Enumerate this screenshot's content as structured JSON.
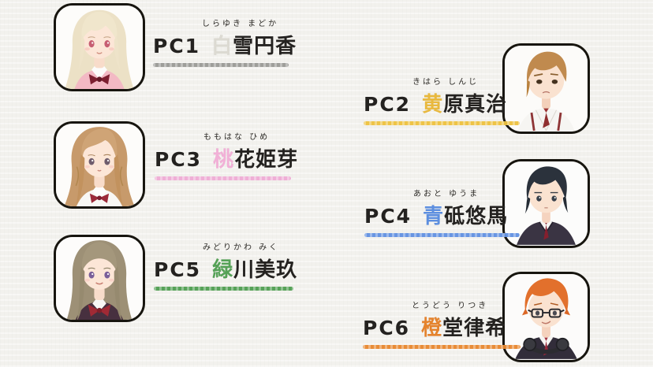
{
  "page": {
    "background_color": "#f2f1ed",
    "text_color": "#242220"
  },
  "characters": [
    {
      "pc_label": "PC1",
      "furigana": "しらゆき まどか",
      "name_first": "白",
      "name_rest": "雪円香",
      "full_name": "白雪円香",
      "theme_color": "#dcdad2",
      "underline_color": "#9a9a96",
      "portrait": "girl-pale-blonde-long-hair-pink-cardigan-dark-red-ribbon"
    },
    {
      "pc_label": "PC2",
      "furigana": "きはら しんじ",
      "name_first": "黄",
      "name_rest": "原真治",
      "full_name": "黄原真治",
      "theme_color": "#e9b93e",
      "underline_color": "#eec23f",
      "portrait": "boy-sandy-brown-short-hair-white-shirt-red-tie-annoyed"
    },
    {
      "pc_label": "PC3",
      "furigana": "ももはな ひめ",
      "name_first": "桃",
      "name_rest": "花姫芽",
      "full_name": "桃花姫芽",
      "theme_color": "#f2b0d7",
      "underline_color": "#efacd5",
      "portrait": "girl-light-brown-wavy-long-hair-white-shirt-red-ribbon"
    },
    {
      "pc_label": "PC4",
      "furigana": "あおと ゆうま",
      "name_first": "青",
      "name_rest": "砥悠馬",
      "full_name": "青砥悠馬",
      "theme_color": "#5d8fe0",
      "underline_color": "#6191e2",
      "portrait": "boy-black-hair-dark-blazer-white-shirt-red-tie"
    },
    {
      "pc_label": "PC5",
      "furigana": "みどりかわ みく",
      "name_first": "緑",
      "name_rest": "川美玖",
      "full_name": "緑川美玖",
      "theme_color": "#55a257",
      "underline_color": "#4f9e51",
      "portrait": "girl-ash-brown-long-hair-dark-blazer-red-ribbon-smiling"
    },
    {
      "pc_label": "PC6",
      "furigana": "とうどう りつき",
      "name_first": "橙",
      "name_rest": "堂律希",
      "full_name": "橙堂律希",
      "theme_color": "#e5832d",
      "underline_color": "#e8872e",
      "portrait": "boy-orange-hair-glasses-headphones-dark-blazer-red-tie"
    }
  ]
}
